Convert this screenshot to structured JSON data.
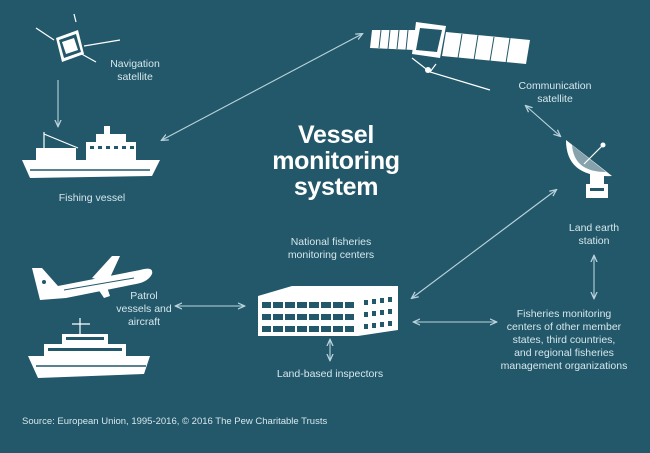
{
  "title": [
    "Vessel",
    "monitoring",
    "system"
  ],
  "nodes": {
    "navigation_satellite": [
      "Navigation",
      "satellite"
    ],
    "communication_satellite": [
      "Communication",
      "satellite"
    ],
    "fishing_vessel": [
      "Fishing vessel"
    ],
    "land_earth_station": [
      "Land earth",
      "station"
    ],
    "national_centers": [
      "National fisheries",
      "monitoring centers"
    ],
    "patrol": [
      "Patrol",
      "vessels and",
      "aircraft"
    ],
    "land_inspectors": [
      "Land-based inspectors"
    ],
    "other_centers": [
      "Fisheries monitoring",
      "centers of other member",
      "states, third countries,",
      "and regional fisheries",
      "management organizations"
    ]
  },
  "source": "Source: European Union, 1995-2016, © 2016 The Pew Charitable Trusts",
  "colors": {
    "background": "#22586a",
    "text": "#d7e7ec",
    "arrow": "#b9d3dc",
    "title": "#ffffff"
  },
  "icons": [
    "navigation-satellite-icon",
    "communication-satellite-icon",
    "fishing-vessel-icon",
    "satellite-dish-icon",
    "building-icon",
    "aircraft-icon",
    "patrol-boat-icon"
  ]
}
